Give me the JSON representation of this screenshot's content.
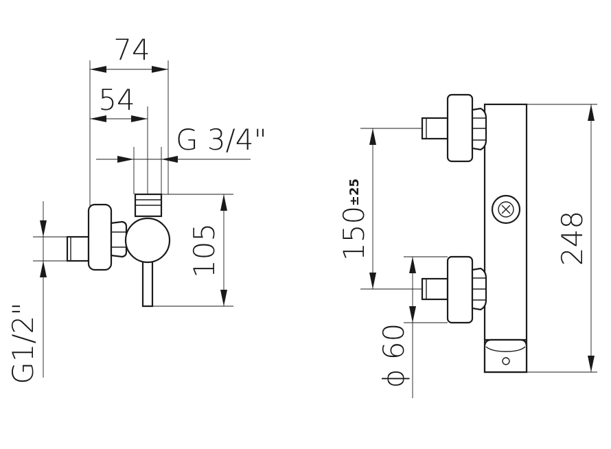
{
  "dimensions": {
    "width_74": "74",
    "width_54": "54",
    "thread_outlet": "G 3/4\"",
    "height_105": "105",
    "thread_inlet": "G1/2\"",
    "spacing": "150",
    "spacing_tolerance": "±25",
    "diameter": "ϕ 60",
    "height_248": "248"
  }
}
